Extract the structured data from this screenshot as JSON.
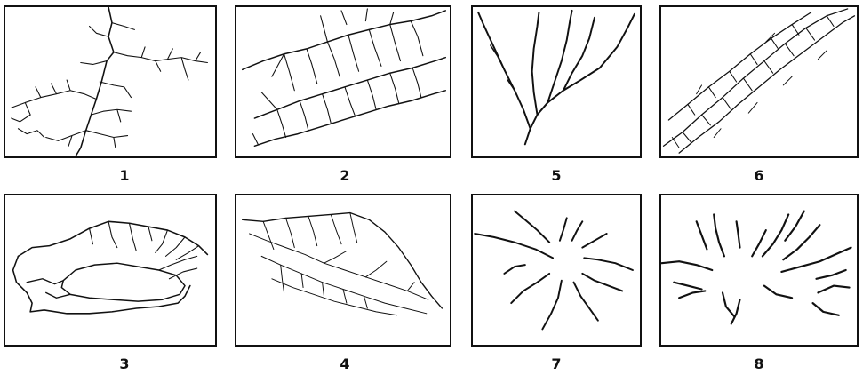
{
  "panels": [
    {
      "label": "1",
      "pattern": "dendritic"
    },
    {
      "label": "2",
      "pattern": "trellis"
    },
    {
      "label": "5",
      "pattern": "parallel"
    },
    {
      "label": "6",
      "pattern": "rectangular"
    },
    {
      "label": "3",
      "pattern": "annular"
    },
    {
      "label": "4",
      "pattern": "pinnate"
    },
    {
      "label": "7",
      "pattern": "radial"
    },
    {
      "label": "8",
      "pattern": "centripetal"
    }
  ],
  "colors": {
    "stroke": "#111111",
    "background": "#ffffff"
  }
}
